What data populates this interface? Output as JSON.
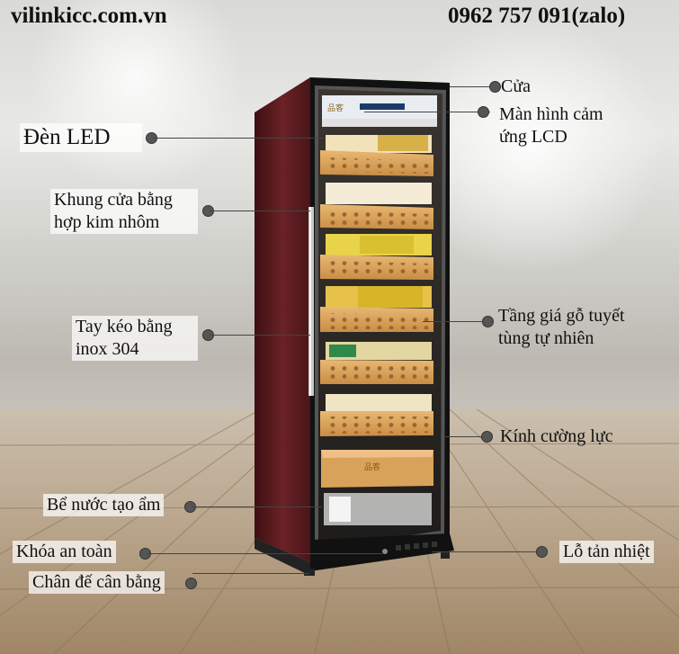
{
  "header": {
    "website": "vilinkicc.com.vn",
    "phone": "0962 757 091(zalo)"
  },
  "product": {
    "screen_logo": "品客",
    "drawer_logo": "品客"
  },
  "callouts": {
    "door": "Cửa",
    "lcd_line1": "Màn hình cảm",
    "lcd_line2": "ứng LCD",
    "led": "Đèn LED",
    "frame_line1": "Khung cửa bằng",
    "frame_line2": "hợp kim nhôm",
    "handle_line1": "Tay kéo bằng",
    "handle_line2": "inox 304",
    "shelf_line1": "Tầng giá gỗ tuyết",
    "shelf_line2": "tùng tự nhiên",
    "glass": "Kính cường lực",
    "humidifier": "Bể nước tạo ẩm",
    "lock": "Khóa an toàn",
    "vent": "Lỗ tản nhiệt",
    "feet": "Chân đế cân bằng"
  },
  "colors": {
    "cabinet_side": "#5a1a1c",
    "cabinet_frame": "#1a1a1a",
    "shelf_wood": "#d9a25a",
    "interior": "#2a2a2a",
    "text": "#111111"
  }
}
